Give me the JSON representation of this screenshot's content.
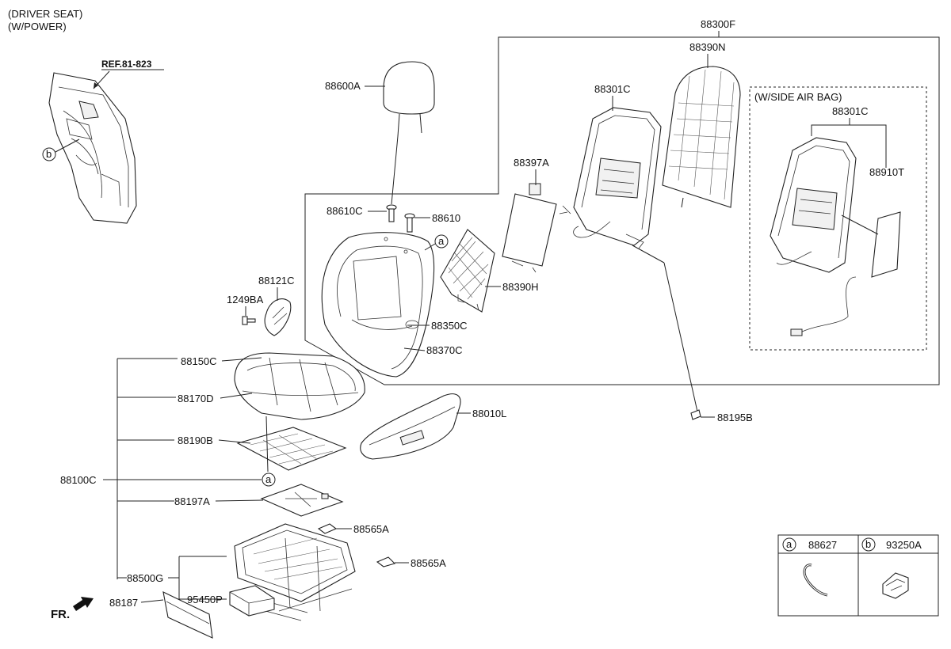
{
  "header": {
    "line1": "(DRIVER SEAT)",
    "line2": "(W/POWER)"
  },
  "reference": "REF.81-823",
  "front_indicator": "FR.",
  "side_airbag_box": {
    "title": "(W/SIDE AIR BAG)",
    "part_frame": "88301C",
    "part_airbag": "88910T"
  },
  "callout_marks": {
    "a": "a",
    "b": "b"
  },
  "parts": {
    "p88300F": "88300F",
    "p88390N": "88390N",
    "p88301C": "88301C",
    "p88600A": "88600A",
    "p88397A": "88397A",
    "p88610C": "88610C",
    "p88610": "88610",
    "p88390H": "88390H",
    "p88121C": "88121C",
    "p1249BA": "1249BA",
    "p88350C": "88350C",
    "p88370C": "88370C",
    "p88150C": "88150C",
    "p88170D": "88170D",
    "p88010L": "88010L",
    "p88195B": "88195B",
    "p88190B": "88190B",
    "p88100C": "88100C",
    "p88197A": "88197A",
    "p88565A_1": "88565A",
    "p88565A_2": "88565A",
    "p88500G": "88500G",
    "p95450P": "95450P",
    "p88187": "88187"
  },
  "legend": {
    "a_mark": "a",
    "a_part": "88627",
    "b_mark": "b",
    "b_part": "93250A"
  }
}
